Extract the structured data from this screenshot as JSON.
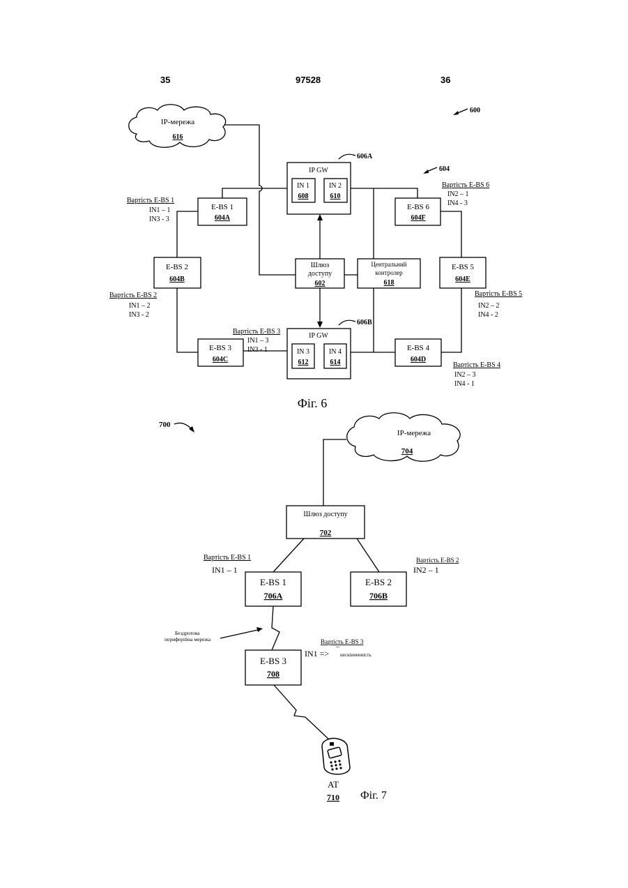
{
  "header": {
    "left_page": "35",
    "patent_number": "97528",
    "right_page": "36"
  },
  "fig6": {
    "ref": "600",
    "caption": "Фіг. 6",
    "ip_network": {
      "label": "IP-мережа",
      "ref": "616"
    },
    "ebs_group_ref": "604",
    "ipgw_top": {
      "ref_callout": "606A",
      "label": "IP GW",
      "in1": "IN 1",
      "in1_ref": "608",
      "in2": "IN 2",
      "in2_ref": "610"
    },
    "ipgw_bottom": {
      "ref_callout": "606B",
      "label": "IP GW",
      "in3": "IN 3",
      "in3_ref": "612",
      "in4": "IN 4",
      "in4_ref": "614"
    },
    "access_gw": {
      "line1": "Шлюз",
      "line2": "доступу",
      "ref": "602"
    },
    "central": {
      "line1": "Центральний",
      "line2": "контролер",
      "ref": "618"
    },
    "ebs": [
      {
        "label": "E-BS 1",
        "ref": "604A"
      },
      {
        "label": "E-BS 2",
        "ref": "604B"
      },
      {
        "label": "E-BS 3",
        "ref": "604C"
      },
      {
        "label": "E-BS 4",
        "ref": "604D"
      },
      {
        "label": "E-BS 5",
        "ref": "604E"
      },
      {
        "label": "E-BS 6",
        "ref": "604F"
      }
    ],
    "costs": [
      {
        "title": "Вартість E-BS 1",
        "l1": "IN1 – 1",
        "l2": "IN3 - 3"
      },
      {
        "title": "Вартість E-BS 2",
        "l1": "IN1 – 2",
        "l2": "IN3 - 2"
      },
      {
        "title": "Вартість E-BS 3",
        "l1": "IN1 – 3",
        "l2": "IN3 - 1"
      },
      {
        "title": "Вартість E-BS 4",
        "l1": "IN2 – 3",
        "l2": "IN4 - 1"
      },
      {
        "title": "Вартість E-BS 5",
        "l1": "IN2 – 2",
        "l2": "IN4 - 2"
      },
      {
        "title": "Вартість E-BS 6",
        "l1": "IN2 – 1",
        "l2": "IN4 - 3"
      }
    ]
  },
  "fig7": {
    "ref": "700",
    "caption": "Фіг. 7",
    "ip_network": {
      "label": "IP-мережа",
      "ref": "704"
    },
    "access_gw": {
      "label": "Шлюз доступу",
      "ref": "702"
    },
    "ebs1": {
      "label": "E-BS 1",
      "ref": "706A"
    },
    "ebs2": {
      "label": "E-BS 2",
      "ref": "706B"
    },
    "ebs3": {
      "label": "E-BS 3",
      "ref": "708"
    },
    "cost1": {
      "title": "Вартість E-BS 1",
      "value": "IN1 – 1"
    },
    "cost2": {
      "title": "Вартість E-BS 2",
      "value": "IN2 – 1"
    },
    "cost3": {
      "title": "Вартість E-BS 3",
      "value": "IN1 =>",
      "infinity": "нескінченність"
    },
    "wireless": {
      "line1": "Бездротова",
      "line2": "периферійна мережа"
    },
    "at": {
      "label": "AT",
      "ref": "710"
    }
  }
}
